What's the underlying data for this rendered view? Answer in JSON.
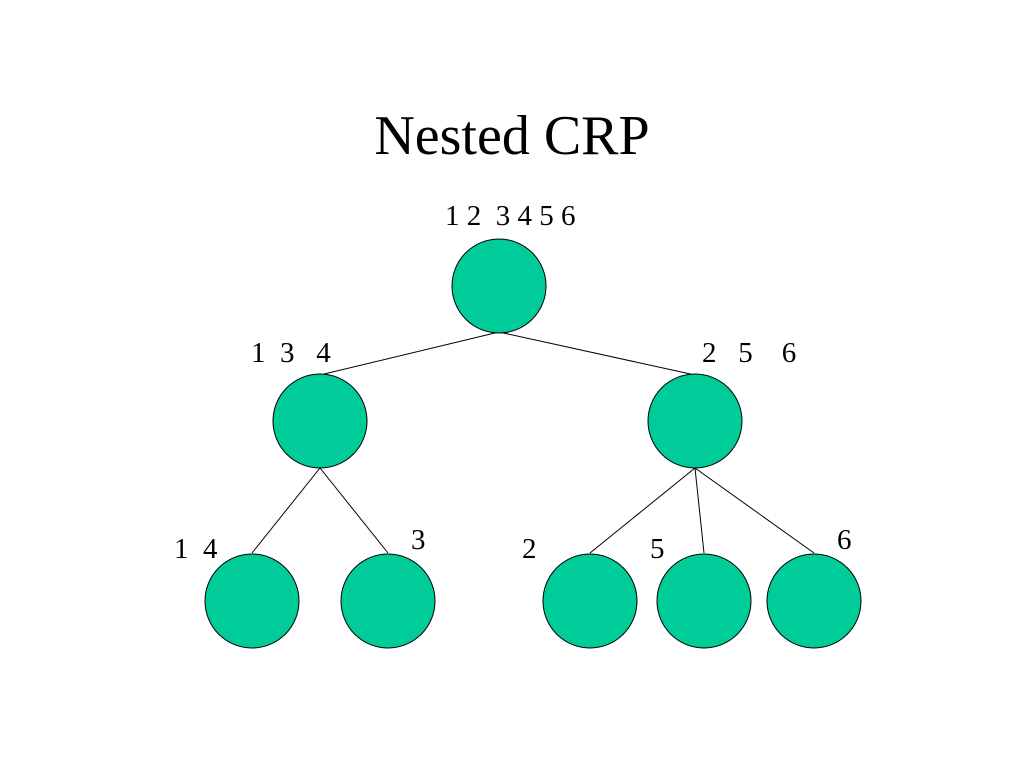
{
  "slide": {
    "title": "Nested CRP"
  },
  "colors": {
    "node_fill": "#00CC99",
    "outline": "#000000",
    "background": "#FFFFFF"
  },
  "tree": {
    "root": {
      "label": "1 2  3 4 5 6",
      "children": [
        {
          "label": "1  3   4",
          "children": [
            {
              "label": "1  4"
            },
            {
              "label": "3"
            }
          ]
        },
        {
          "label": "2   5    6",
          "children": [
            {
              "label": "2"
            },
            {
              "label": "5"
            },
            {
              "label": "6"
            }
          ]
        }
      ]
    }
  }
}
